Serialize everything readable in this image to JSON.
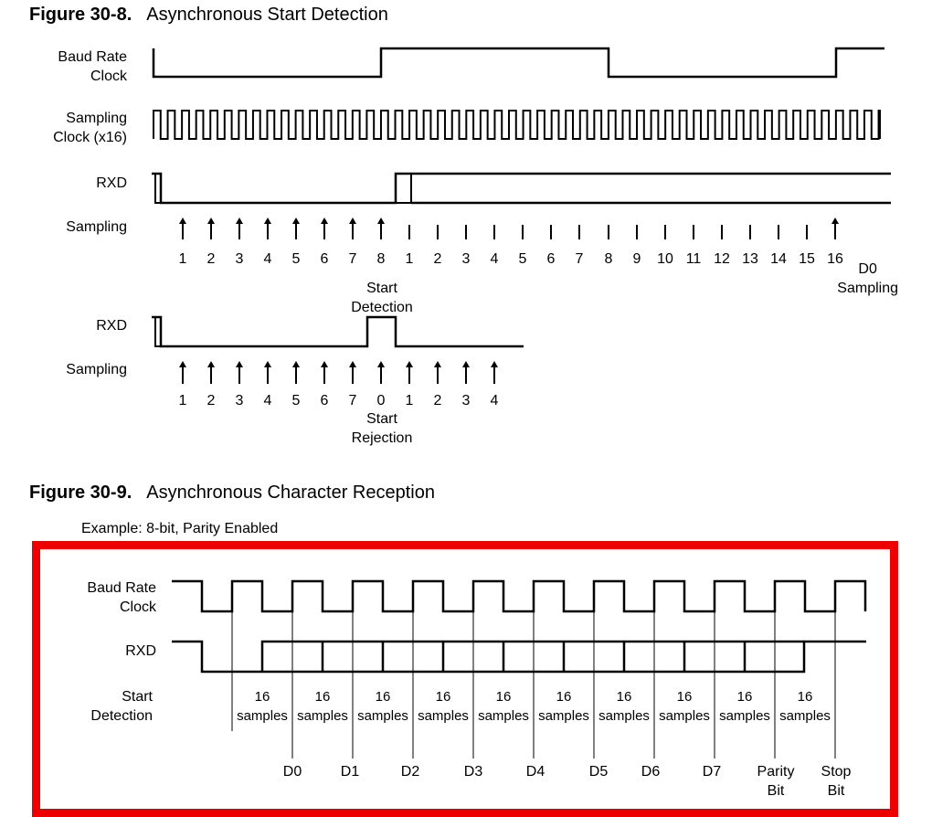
{
  "figure8": {
    "number": "Figure 30-8.",
    "title": "Asynchronous Start Detection",
    "labels": {
      "baud_line1": "Baud Rate",
      "baud_line2": "Clock",
      "sampling_clock_line1": "Sampling",
      "sampling_clock_line2": "Clock (x16)",
      "rxd": "RXD",
      "sampling": "Sampling",
      "rxd_2": "RXD",
      "sampling_2": "Sampling"
    },
    "sample_numbers": [
      "1",
      "2",
      "3",
      "4",
      "5",
      "6",
      "7",
      "8",
      "1",
      "2",
      "3",
      "4",
      "5",
      "6",
      "7",
      "8",
      "9",
      "10",
      "11",
      "12",
      "13",
      "14",
      "15",
      "16"
    ],
    "d0_sampling_line1": "D0",
    "d0_sampling_line2": "Sampling",
    "start_detection_line1": "Start",
    "start_detection_line2": "Detection",
    "rejection_numbers": [
      "1",
      "2",
      "3",
      "4",
      "5",
      "6",
      "7",
      "0",
      "1",
      "2",
      "3",
      "4"
    ],
    "start_rejection_line1": "Start",
    "start_rejection_line2": "Rejection"
  },
  "figure9": {
    "number": "Figure 30-9.",
    "title": "Asynchronous Character Reception",
    "example": "Example: 8-bit, Parity Enabled",
    "labels": {
      "baud_line1": "Baud Rate",
      "baud_line2": "Clock",
      "rxd": "RXD",
      "start_line1": "Start",
      "start_line2": "Detection"
    },
    "sample_label_top": "16",
    "sample_label_bottom": "samples",
    "bits": [
      "D0",
      "D1",
      "D2",
      "D3",
      "D4",
      "D5",
      "D6",
      "D7"
    ],
    "parity_line1": "Parity",
    "parity_line2": "Bit",
    "stop_line1": "Stop",
    "stop_line2": "Bit"
  },
  "colors": {
    "highlight_box": "#ee0000",
    "ink": "#000000"
  }
}
